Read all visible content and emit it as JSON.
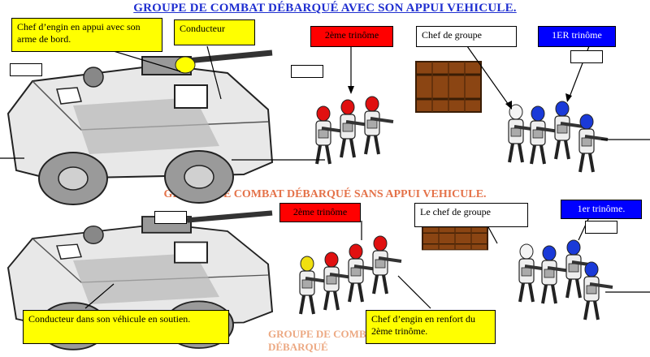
{
  "titles": {
    "top": "GROUPE DE COMBAT DÉBARQUÉ AVEC SON APPUI VEHICULE.",
    "middle": "GROUPE DE COMBAT DÉBARQUÉ SANS APPUI VEHICULE.",
    "bottom_ghost": "GROUPE DE COMBAT DÉBARQUÉ"
  },
  "top_section": {
    "chef_engin_appui": "Chef d’engin en appui avec son arme de bord.",
    "conducteur": "Conducteur",
    "trinome2": "2ème trinôme",
    "chef_groupe": "Chef de groupe",
    "trinome1": "1ER trinôme"
  },
  "bottom_section": {
    "trinome2": "2ème trinôme",
    "chef_groupe": "Le chef de groupe",
    "trinome1": "1er trinôme.",
    "conducteur_soutien": "Conducteur dans son véhicule en soutien.",
    "chef_engin_renfort": "Chef d’engin en renfort du 2ème trinôme."
  },
  "colors": {
    "title_blue": "#1f2fd0",
    "label_yellow": "#ffff00",
    "trinome_red": "#ff0000",
    "trinome_blue": "#0000ff",
    "crate_brown": "#8b4513"
  }
}
